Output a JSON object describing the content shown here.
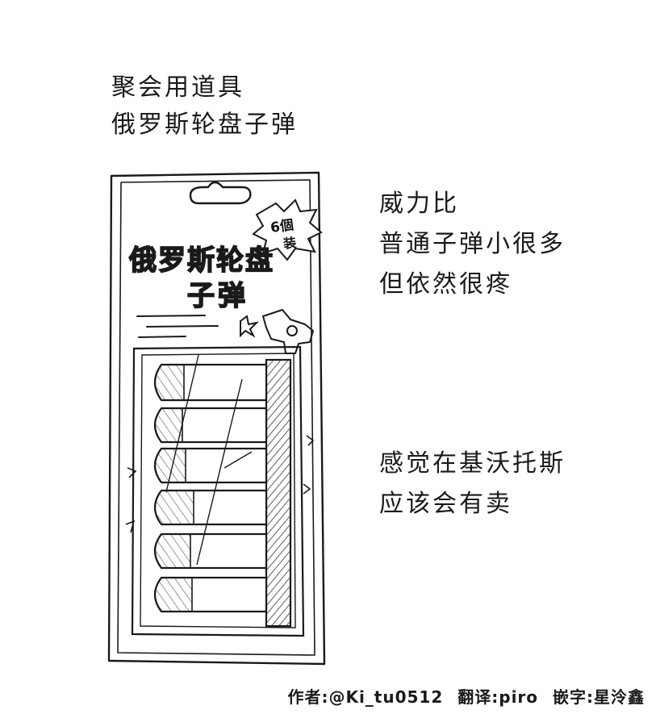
{
  "heading": {
    "line1": "聚会用道具",
    "line2": "俄罗斯轮盘子弹"
  },
  "package": {
    "label_line1": "俄罗斯轮盘",
    "label_line2": "子弹",
    "badge_line1": "6個",
    "badge_line2": "装",
    "bullet_count": 6
  },
  "note_power": {
    "line1": "威力比",
    "line2": "普通子弹小很多",
    "line3": "但依然很疼"
  },
  "note_sale": {
    "line1": "感觉在基沃托斯",
    "line2": "应该会有卖"
  },
  "credits": {
    "author": "作者:@Ki_tu0512",
    "translator": "翻译:piro",
    "typesetter": "嵌字:星泠鑫"
  },
  "colors": {
    "ink": "#1a1a1a",
    "paper": "#ffffff",
    "shade": "#555555"
  }
}
